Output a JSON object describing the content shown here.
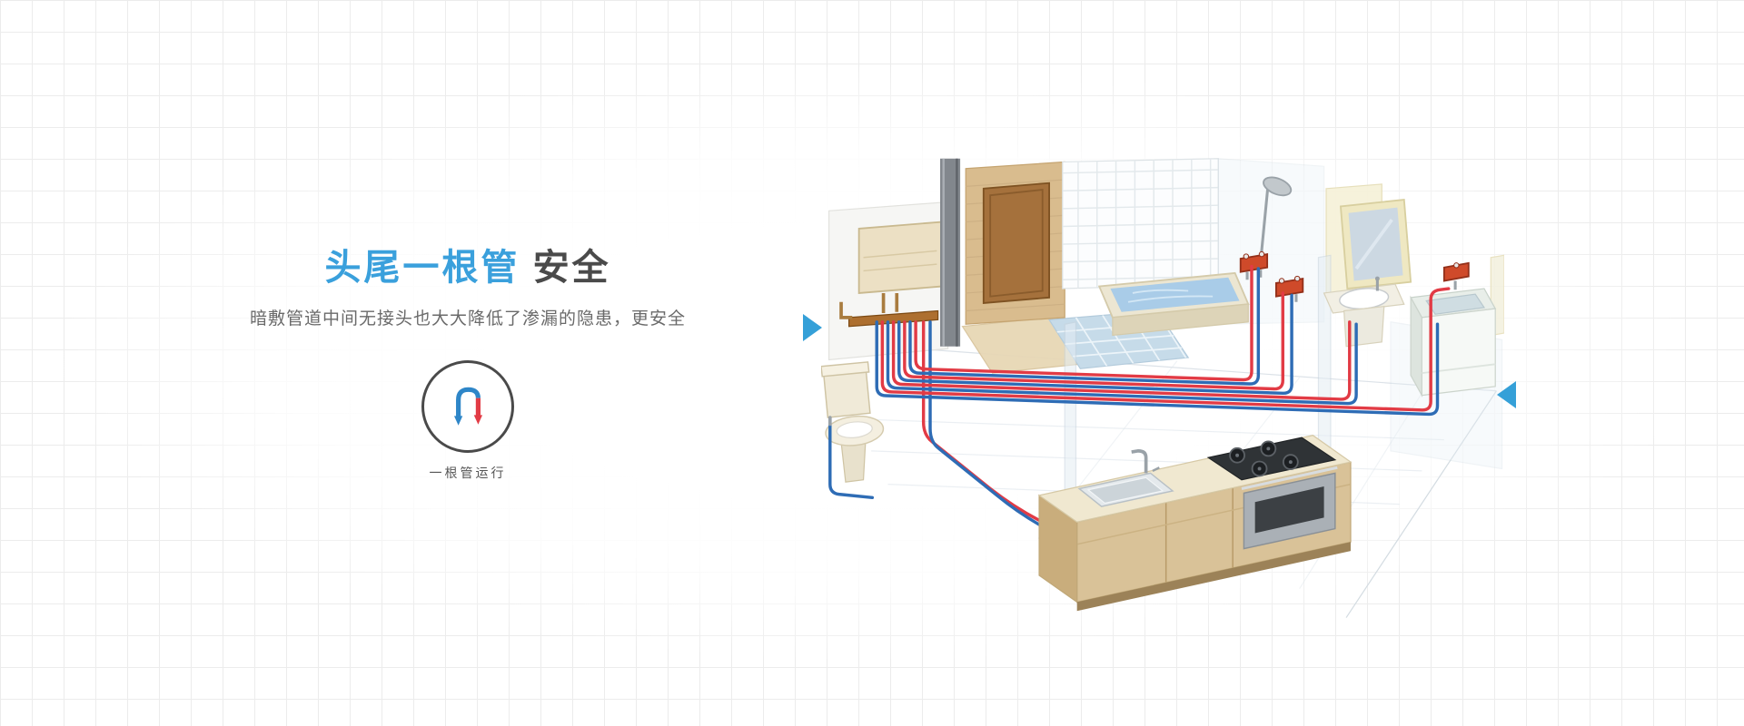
{
  "hero": {
    "title_highlight": "头尾一根管",
    "title_rest": "安全",
    "subtitle": "暗敷管道中间无接头也大大降低了渗漏的隐患，更安全",
    "icon_caption": "一根管运行",
    "icon": "single-pipe-loop-arrows",
    "colors": {
      "accent_blue": "#3aa0dc",
      "title_dark": "#4a4a4a",
      "subtitle_gray": "#6a6a6a",
      "pipe_red": "#e23b45",
      "pipe_blue": "#2e6cb5",
      "valve_orange": "#cf4a2a",
      "grid_line": "#ececec"
    }
  },
  "carousel": {
    "prev_icon": "triangle-pointing-right",
    "next_icon": "triangle-pointing-left",
    "arrow_color": "#35a0d8"
  },
  "illustration": {
    "description": "isometric home plumbing diagram showing one continuous hot (red) and cold (blue) pipe run",
    "elements": [
      "water-heater",
      "pipe-manifold",
      "drain-column",
      "toilet",
      "bathtub",
      "shower-set",
      "mixer-valves",
      "vanity-mirror",
      "wash-basin",
      "washing-machine",
      "kitchen-sink",
      "gas-stove",
      "oven",
      "hot-water-pipes",
      "cold-water-pipes",
      "glass-partitions",
      "tiled-walls",
      "tiled-floor"
    ]
  }
}
